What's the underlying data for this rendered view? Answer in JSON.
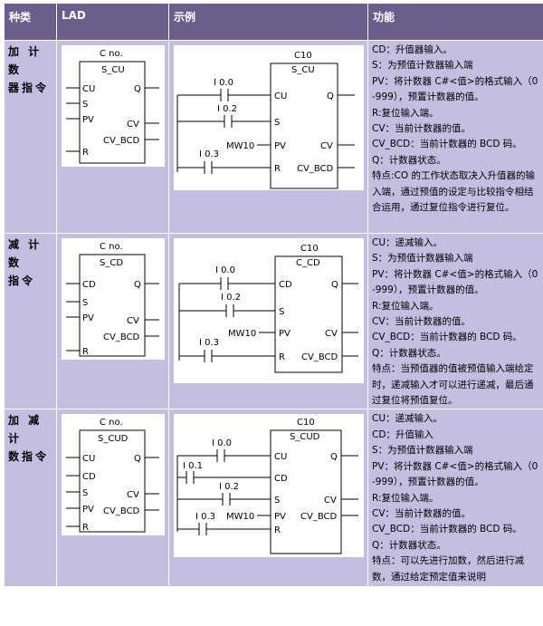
{
  "headers": [
    "种类",
    "LAD",
    "示例",
    "功能"
  ],
  "rows": [
    {
      "kind": [
        "加 计 数",
        "器指令"
      ],
      "lad": {
        "name": "C no.",
        "block": "S_CU",
        "inputs": [
          "CU",
          "S",
          "PV",
          "R"
        ],
        "outputs": [
          "Q",
          "CV",
          "CV_BCD"
        ]
      },
      "example": {
        "counter": "C10",
        "block": "S_CU",
        "contacts": [
          "I 0.0",
          "I 0.2",
          "I 0.3"
        ],
        "pv": "MW10",
        "inputs": [
          "CU",
          "S",
          "PV",
          "R"
        ],
        "outputs": [
          "Q",
          "CV",
          "CV_BCD"
        ]
      },
      "func": [
        "CD：升值器输入。",
        "S：为预值计数器输入端",
        "PV：将计数器 C#<值>的格式输入（0-999），预置计数器的值。",
        "R:复位输入端。",
        "CV：当前计数器的值。",
        "CV_BCD：当前计数器的 BCD 码。",
        "Q：计数器状态。",
        "特点:CO 的工作状态取决入升值器的输入端，通过预值的设定与比较指令相结合运用，通过复位指令进行复位。"
      ]
    },
    {
      "kind": [
        "减 计 数",
        "指令"
      ],
      "lad": {
        "name": "C no.",
        "block": "S_CD",
        "inputs": [
          "CD",
          "S",
          "PV",
          "R"
        ],
        "outputs": [
          "Q",
          "CV",
          "CV_BCD"
        ]
      },
      "example": {
        "counter": "C10",
        "block": "C_CD",
        "contacts": [
          "I 0.0",
          "I 0.2",
          "I 0.3"
        ],
        "pv": "MW10",
        "inputs": [
          "CD",
          "S",
          "PV",
          "R"
        ],
        "outputs": [
          "Q",
          "CV",
          "CV_BCD"
        ]
      },
      "func": [
        "CU：递减输入。",
        "S：为预值计数器输入端",
        "PV：将计数器 C#<值>的格式输入（0-999），预置计数器的值。",
        "R:复位输入端。",
        "CV：当前计数器的值。",
        "CV_BCD：当前计数器的 BCD 码。",
        "Q：计数器状态。",
        "特点：当预值器的值被预值输入端给定时，递减输入才可以进行递减，最后通过复位将预值复位。"
      ]
    },
    {
      "kind": [
        "加 减 计",
        "数指令"
      ],
      "lad": {
        "name": "C no.",
        "block": "S_CUD",
        "inputs": [
          "CU",
          "CD",
          "S",
          "PV",
          "R"
        ],
        "outputs": [
          "Q",
          "CV",
          "CV_BCD"
        ]
      },
      "example": {
        "counter": "C10",
        "block": "S_CUD",
        "contacts": [
          "I 0.0",
          "I 0.1",
          "I 0.2",
          "I 0.3"
        ],
        "pv": "MW10",
        "inputs": [
          "CU",
          "CD",
          "S",
          "PV",
          "R"
        ],
        "outputs": [
          "Q",
          "CV",
          "CV_BCD"
        ]
      },
      "func": [
        "CU：递减输入。",
        "CD：升值输入",
        "S：为预值计数器输入端",
        "PV：将计数器 C#<值>的格式输入（0-999），预置计数器的值。",
        "R:复位输入端。",
        "CV：当前计数器的值。",
        "CV_BCD：当前计数器的 BCD 码。",
        "Q：计数器状态。",
        "特点：可以先进行加数，然后进行减数，通过给定预定值来说明"
      ]
    }
  ]
}
